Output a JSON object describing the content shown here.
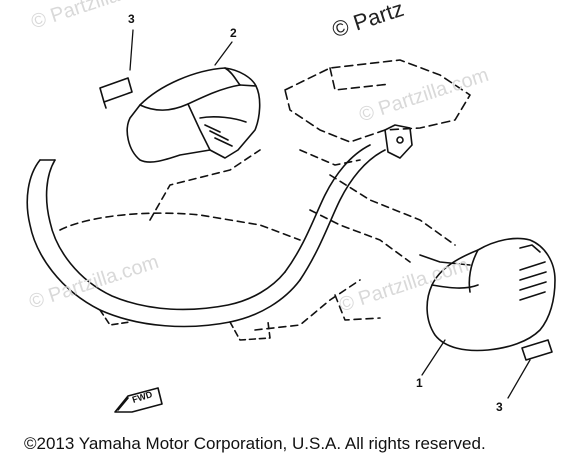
{
  "watermarks": {
    "top_right": "© Partz",
    "faint": [
      "© Partzilla.com",
      "© Partzilla.com",
      "© Partzilla.com",
      "© Partzilla.com"
    ]
  },
  "callouts": {
    "c1": "1",
    "c2": "2",
    "c3_top": "3",
    "c3_bottom": "3"
  },
  "fwd_label": "FWD",
  "footer": {
    "copyright": "©2013 Yamaha Motor Corporation, U.S.A. All rights reserved."
  }
}
